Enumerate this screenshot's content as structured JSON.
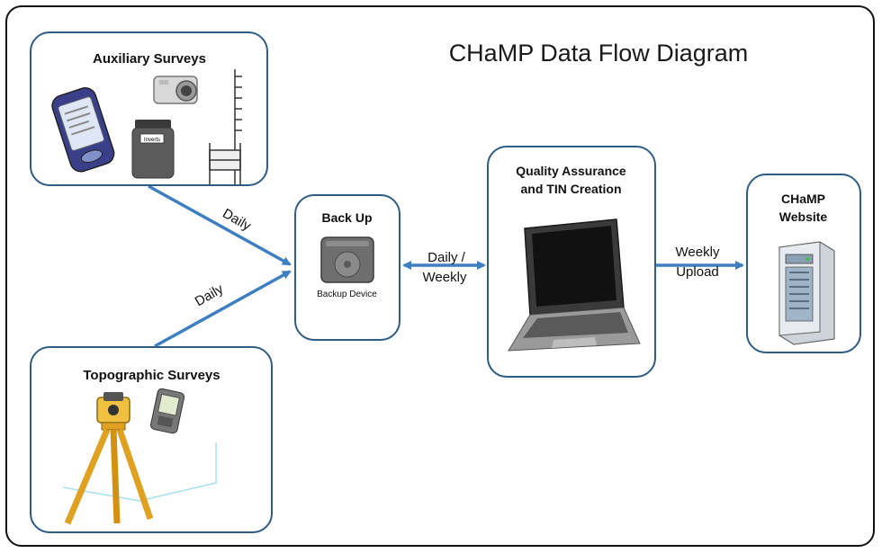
{
  "title": "CHaMP Data Flow Diagram",
  "nodes": {
    "auxiliary": {
      "label": "Auxiliary Surveys",
      "jar_label": "Inverts"
    },
    "topographic": {
      "label": "Topographic Surveys"
    },
    "backup": {
      "label": "Back Up",
      "device_label": "Backup Device"
    },
    "qa": {
      "label_line1": "Quality Assurance",
      "label_line2": "and TIN Creation"
    },
    "website": {
      "label_line1": "CHaMP",
      "label_line2": "Website"
    }
  },
  "edges": {
    "aux_to_backup": "Daily",
    "topo_to_backup": "Daily",
    "backup_qa_line1": "Daily /",
    "backup_qa_line2": "Weekly",
    "qa_web_line1": "Weekly",
    "qa_web_line2": "Upload"
  },
  "colors": {
    "box_border": "#2e5c84",
    "arrow": "#3d7fc1",
    "frame": "#111111"
  }
}
